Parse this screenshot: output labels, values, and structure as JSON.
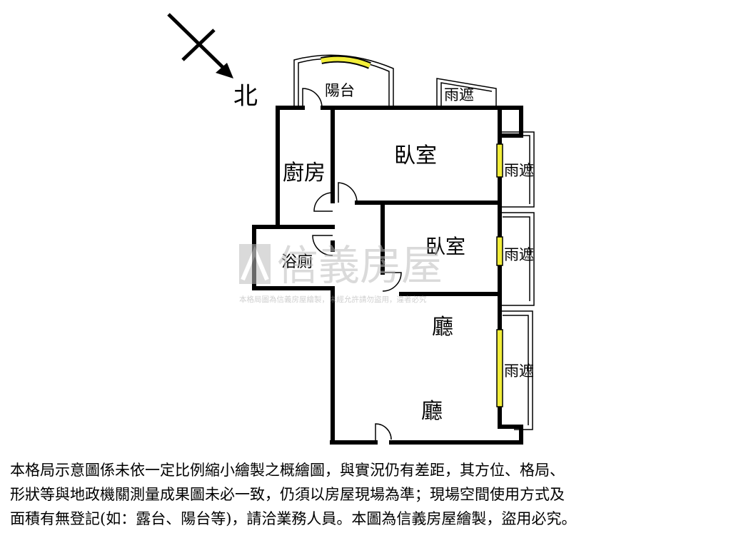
{
  "compass": {
    "label": "北"
  },
  "rooms": {
    "balcony": "陽台",
    "kitchen": "廚房",
    "bedroom_1": "臥室",
    "bedroom_2": "臥室",
    "bathroom": "浴廁",
    "living_1": "廳",
    "living_2": "廳",
    "canopy_top": "雨遮",
    "canopy_right_1": "雨遮",
    "canopy_right_2": "雨遮",
    "canopy_right_3": "雨遮"
  },
  "watermark": {
    "brand": "信義房屋",
    "notice": "本格局圖為信義房屋繪製，未經允許請勿盜用，違者必究"
  },
  "disclaimer": {
    "line1": "本格局示意圖係未依一定比例縮小繪製之概繪圖，與實況仍有差距，其方位、格局、",
    "line2": "形狀等與地政機關測量成果圖未必一致，仍須以房屋現場為準；現場空間使用方式及",
    "line3": "面積有無登記(如：露台、陽台等)，請洽業務人員。本圖為信義房屋繪製，盜用必究。"
  },
  "colors": {
    "wall": "#000000",
    "window": "#f2ee3a",
    "thin_line": "#000000",
    "watermark": "#c8c8c8"
  }
}
